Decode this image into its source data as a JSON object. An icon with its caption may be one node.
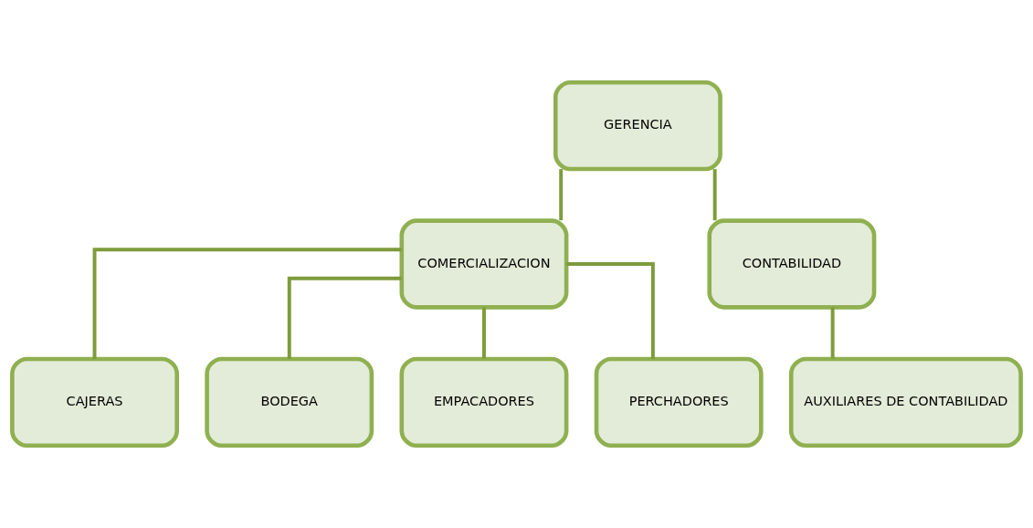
{
  "diagram": {
    "nodes": [
      {
        "text": [
          "GERENCIA"
        ]
      },
      {
        "text": [
          "COMERCIALIZACION"
        ]
      },
      {
        "text": [
          "CONTABILIDAD"
        ]
      },
      {
        "text": [
          "CAJERAS"
        ]
      },
      {
        "text": [
          "BODEGA"
        ]
      },
      {
        "text": [
          "EMPACADORES"
        ]
      },
      {
        "text": [
          "PERCHADORES"
        ]
      },
      {
        "text": [
          "AUXILIARES DE CONTABILIDAD"
        ]
      }
    ],
    "edges": [
      {
        "from": 0,
        "to": 1,
        "arrow": "none"
      },
      {
        "from": 0,
        "to": 2,
        "arrow": "none"
      },
      {
        "from": 1,
        "to": 3,
        "arrow": "none"
      },
      {
        "from": 1,
        "to": 4,
        "arrow": "none"
      },
      {
        "from": 1,
        "to": 5,
        "arrow": "none"
      },
      {
        "from": 1,
        "to": 6,
        "arrow": "none"
      },
      {
        "from": 2,
        "to": 7,
        "arrow": "none"
      }
    ]
  }
}
